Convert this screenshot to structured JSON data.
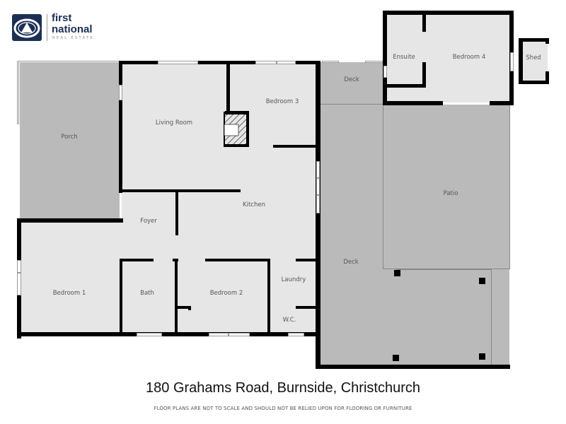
{
  "brand": {
    "name_line1": "first",
    "name_line2": "national",
    "tagline": "REAL ESTATE",
    "color": "#1b2f55",
    "icon": "eye-triangle-logo-icon"
  },
  "floorplan": {
    "rooms": [
      {
        "id": "porch",
        "label": "Porch"
      },
      {
        "id": "living",
        "label": "Living Room"
      },
      {
        "id": "bed3",
        "label": "Bedroom 3"
      },
      {
        "id": "deck_top",
        "label": "Deck"
      },
      {
        "id": "ensuite",
        "label": "Ensuite"
      },
      {
        "id": "bed4",
        "label": "Bedroom 4"
      },
      {
        "id": "shed",
        "label": "Shed"
      },
      {
        "id": "kitchen",
        "label": "Kitchen"
      },
      {
        "id": "foyer",
        "label": "Foyer"
      },
      {
        "id": "patio",
        "label": "Patio"
      },
      {
        "id": "deck_main",
        "label": "Deck"
      },
      {
        "id": "bed1",
        "label": "Bedroom 1"
      },
      {
        "id": "bath",
        "label": "Bath"
      },
      {
        "id": "bed2",
        "label": "Bedroom 2"
      },
      {
        "id": "laundry",
        "label": "Laundry"
      },
      {
        "id": "wc",
        "label": "W.C."
      }
    ],
    "colors": {
      "interior": "#e6e6e6",
      "exterior": "#bababa",
      "wall": "#000000"
    }
  },
  "footer": {
    "address": "180 Grahams Road, Burnside, Christchurch",
    "disclaimer": "FLOOR PLANS ARE NOT TO SCALE AND SHOULD NOT BE RELIED UPON FOR FLOORING OR FURNITURE"
  }
}
